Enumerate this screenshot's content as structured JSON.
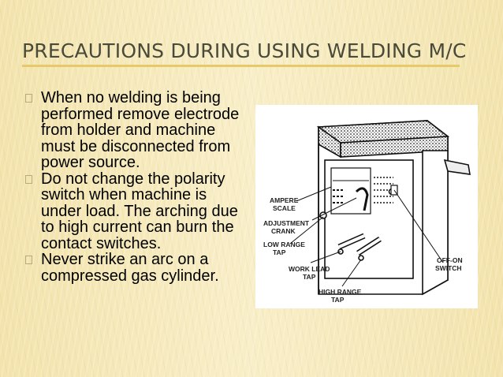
{
  "slide": {
    "title": "PRECAUTIONS DURING USING WELDING M/C",
    "bullets": [
      "When no welding is being performed remove electrode from holder and machine must be disconnected from power source.",
      "Do not change the polarity switch when machine is under load. The arching due to high current can burn the contact switches.",
      "Never strike an arc on a compressed gas cylinder."
    ]
  },
  "figure": {
    "labels": {
      "ampere_scale_1": "AMPERE",
      "ampere_scale_2": "SCALE",
      "adjustment_crank_1": "ADJUSTMENT",
      "adjustment_crank_2": "CRANK",
      "low_range_tap_1": "LOW RANGE",
      "low_range_tap_2": "TAP",
      "work_lead_tap_1": "WORK LEAD",
      "work_lead_tap_2": "TAP",
      "high_range_tap_1": "HIGH RANGE",
      "high_range_tap_2": "TAP",
      "off_on_switch_1": "OFF-ON",
      "off_on_switch_2": "SWITCH"
    }
  },
  "colors": {
    "background": "#f5e9b8",
    "title_text": "#4a4a3a",
    "title_rule": "#e6c96a",
    "body_text": "#000000"
  }
}
